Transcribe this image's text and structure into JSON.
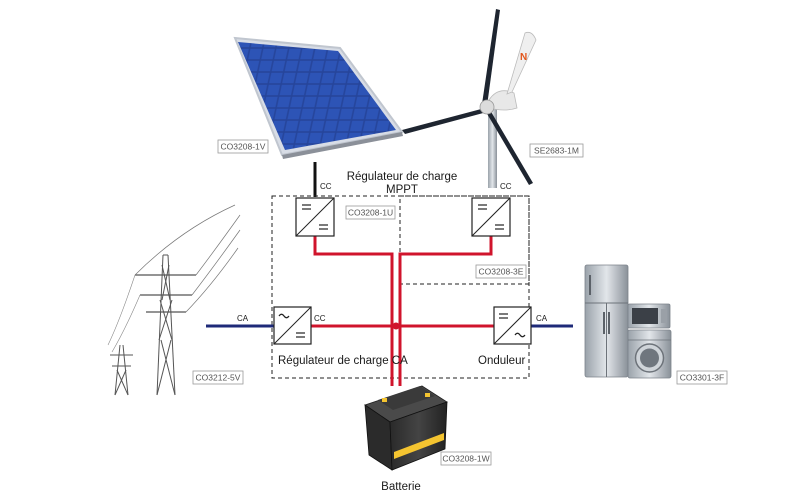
{
  "diagram": {
    "mppt_title": [
      "Régulateur de charge",
      "MPPT"
    ],
    "ac_reg_label": "Régulateur de charge CA",
    "inverter_label": "Onduleur",
    "battery_label": "Batterie",
    "cc_left": "CC",
    "cc_right": "CC",
    "cc_mid": "CC",
    "ca_left": "CA",
    "ca_right": "CA",
    "wind_mark": "N",
    "codes": {
      "solar": "CO3208-1V",
      "wind": "SE2683-1M",
      "mppt_left": "CO3208-1U",
      "mppt_right": "CO3208-3E",
      "grid": "CO3212-5V",
      "appliances": "CO3301-3F",
      "battery": "CO3208-1W"
    },
    "colors": {
      "dc_line": "#d0142c",
      "ac_line": "#1e2a78",
      "dark_line": "#111111",
      "panel_blue": "#1f3f96",
      "box_border": "#222222"
    }
  }
}
